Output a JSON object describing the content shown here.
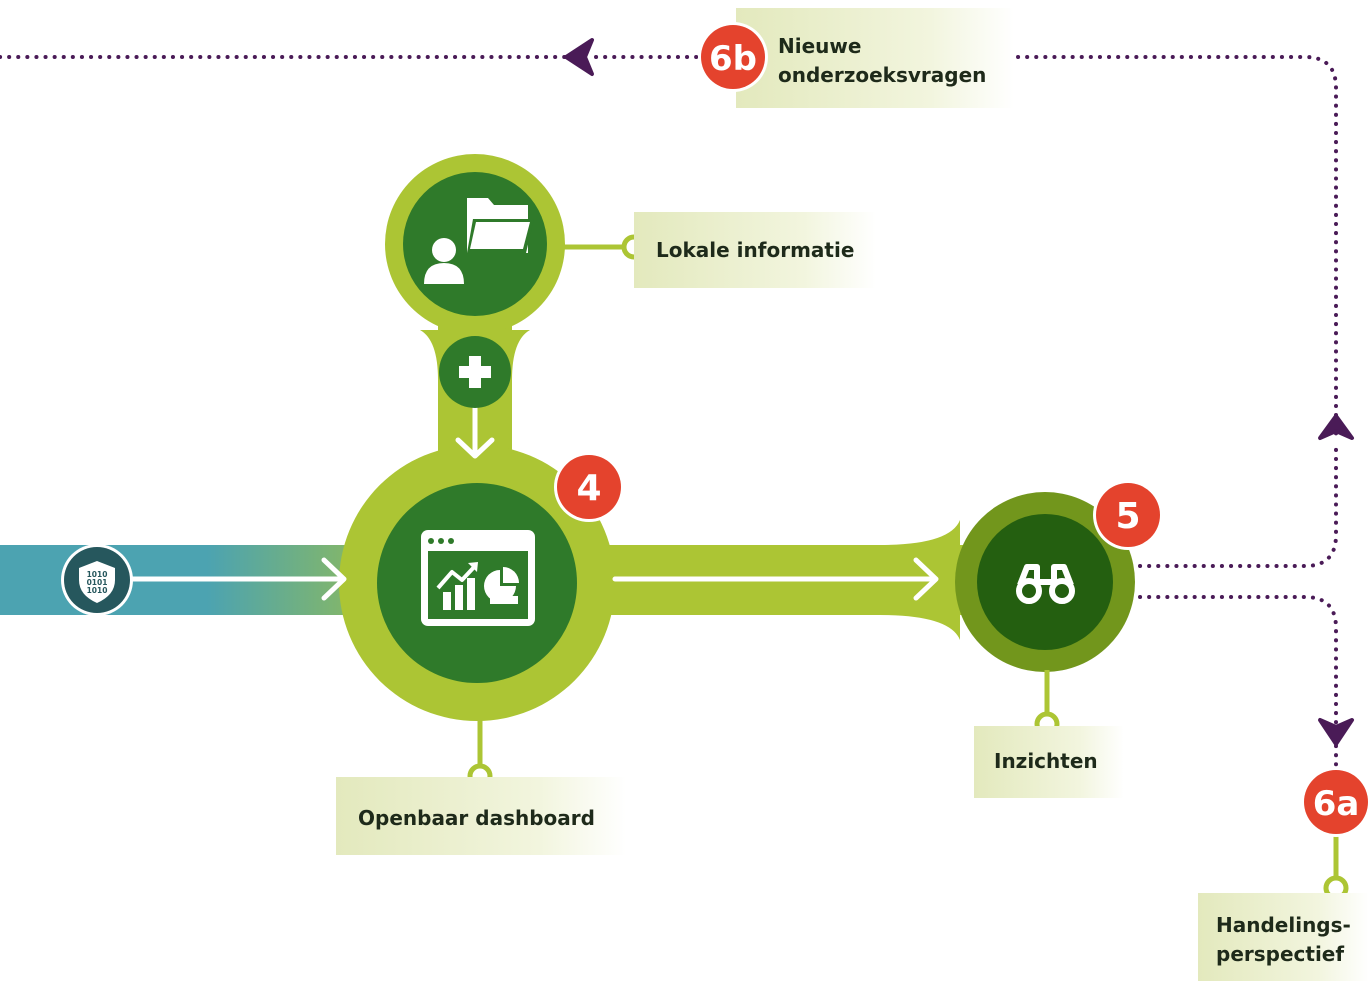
{
  "steps": {
    "step4": "4",
    "step5": "5",
    "step6a": "6a",
    "step6b": "6b"
  },
  "labels": {
    "lokale_informatie": "Lokale informatie",
    "openbaar_dashboard": "Openbaar dashboard",
    "inzichten": "Inzichten",
    "handelingsperspectief_line1": "Handelings-",
    "handelingsperspectief_line2": "perspectief",
    "nieuwe_line1": "Nieuwe",
    "nieuwe_line2": "onderzoeksvragen"
  },
  "shield_bits": {
    "line1": "1010",
    "line2": "0101",
    "line3": "1010"
  },
  "colors": {
    "lime": "#acc534",
    "dark_green": "#2f7a2a",
    "olive_ring": "#72961c",
    "deep_green": "#245f10",
    "teal": "#4ca3b1",
    "shield": "#26575d",
    "badge_red": "#e4432d",
    "dotted_purple": "#4a1b57",
    "label_bg": "#e8edc6"
  }
}
